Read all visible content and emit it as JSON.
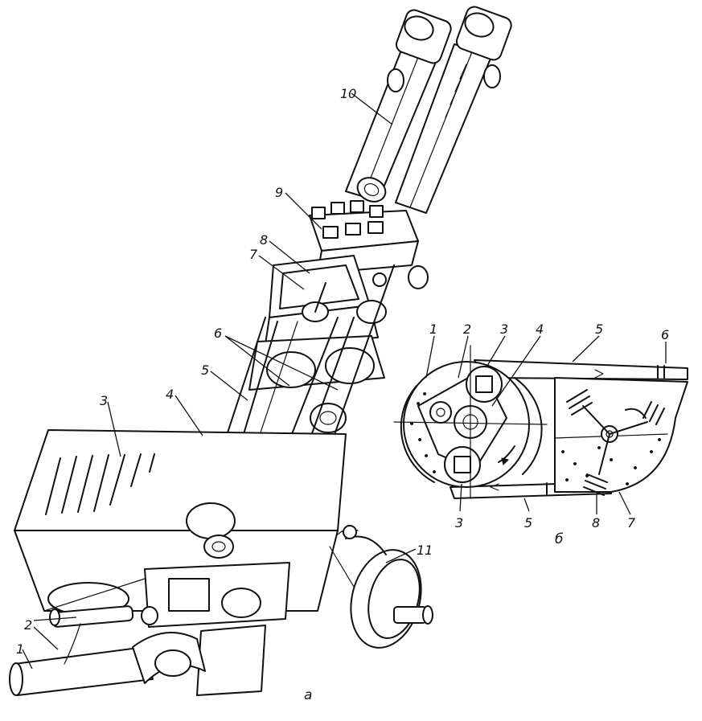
{
  "labels_a": {
    "l1": "1",
    "l2": "2",
    "l3": "3",
    "l4": "4",
    "l5": "5",
    "l6": "6",
    "l7": "7",
    "l8": "8",
    "l9": "9",
    "l10": "10",
    "l11": "11",
    "view": "а"
  },
  "labels_b": {
    "l1": "1",
    "l2": "2",
    "l3_top": "3",
    "l3_bottom": "3",
    "l4": "4",
    "l5_top": "5",
    "l5_bottom": "5",
    "l6": "6",
    "l7": "7",
    "l8": "8",
    "view": "б"
  }
}
